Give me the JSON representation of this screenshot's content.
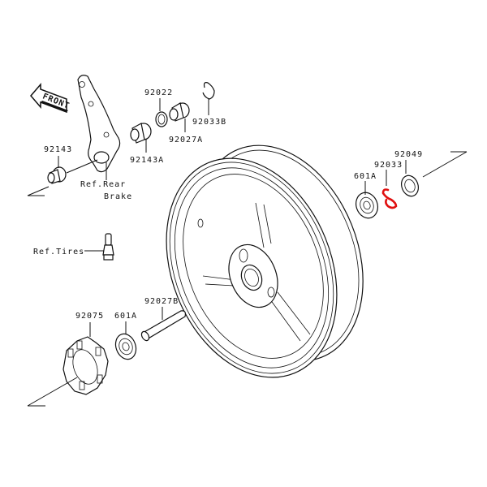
{
  "diagram": {
    "title": "Rear Wheel Exploded View",
    "highlight_color": "#e01010",
    "line_color": "#111111",
    "background": "#ffffff",
    "front_indicator": {
      "text": "FRONT",
      "icon": "arrow-left-icon"
    },
    "labels": {
      "p92022": "92022",
      "p92027A": "92027A",
      "p92033B": "92033B",
      "p92143": "92143",
      "p92143A": "92143A",
      "ref_rear_brake_1": "Ref.Rear",
      "ref_rear_brake_2": "Brake",
      "p92049": "92049",
      "p92033": "92033",
      "p601A_right": "601A",
      "ref_tires": "Ref.Tires",
      "p92075": "92075",
      "p601A_left": "601A",
      "p92027B": "92027B"
    },
    "highlighted_part": "92033"
  }
}
